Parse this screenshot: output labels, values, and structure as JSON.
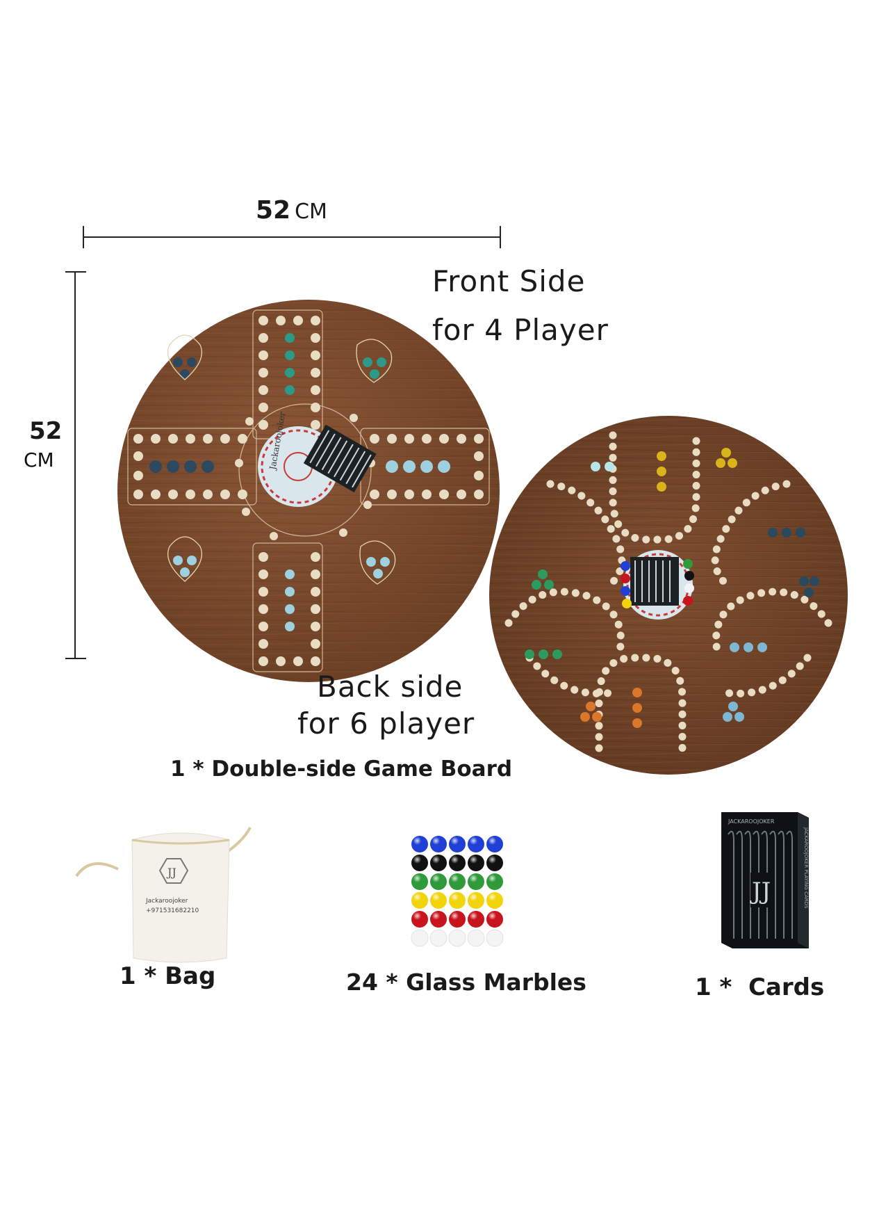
{
  "dimensions": {
    "width_value": "52",
    "width_unit": "CM",
    "height_value": "52",
    "height_unit": "CM"
  },
  "front": {
    "title_line1": "Front Side",
    "title_line2": "for 4 Player"
  },
  "back": {
    "title_line1": "Back side",
    "title_line2": "for 6 player"
  },
  "board_caption": "1 * Double-side Game Board",
  "items": {
    "bag": "1 * Bag",
    "marbles": "24 * Glass Marbles",
    "cards": "1 *  Cards"
  },
  "brand_text": {
    "board_center": "Jackaroojoker",
    "bag_logo": "JJ",
    "bag_contact_handle": "Jackaroojoker",
    "bag_contact_phone": "+971531682210",
    "card_box_top": "JACKAROOJOKER",
    "card_box_side": "JACKAROOJOKER PLAYING CARDS"
  },
  "colors": {
    "wood": "#7a4a2c",
    "wood_dark": "#5e3820",
    "hole": "#e8dcc2",
    "marble_blue": "#1f3fd6",
    "marble_black": "#111111",
    "marble_green": "#2f9a3a",
    "marble_yellow": "#f2d40c",
    "marble_red": "#c8141c",
    "marble_white": "#f4f4f4"
  }
}
